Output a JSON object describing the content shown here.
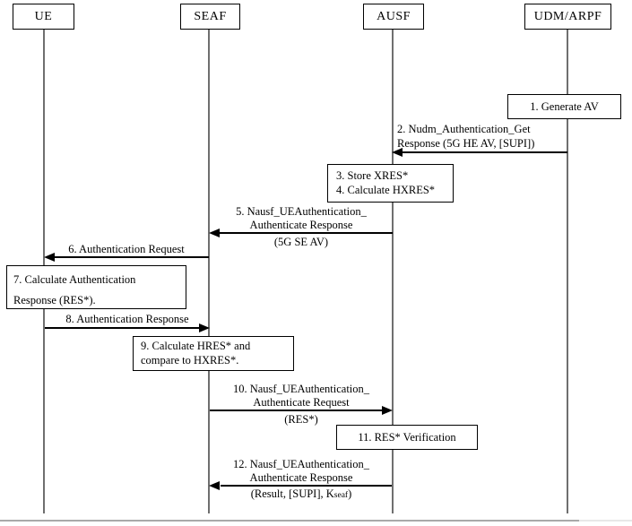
{
  "colors": {
    "line": "#000000",
    "lifeline": "#6f6f6f",
    "background": "#ffffff",
    "text": "#000000",
    "divider-left": "#a9a9a9",
    "divider-right": "#e8e8e8"
  },
  "diagram": {
    "actors": [
      {
        "label": "UE"
      },
      {
        "label": "SEAF"
      },
      {
        "label": "AUSF"
      },
      {
        "label": "UDM/ARPF"
      }
    ],
    "boxes": {
      "b1": {
        "line1": "1. Generate AV"
      },
      "b34": {
        "line1": "3. Store XRES*",
        "line2": "4. Calculate HXRES*"
      },
      "b7": {
        "line1": "7. Calculate Authentication",
        "line2": "Response (RES*)."
      },
      "b9": {
        "line1": "9. Calculate HRES* and",
        "line2": "compare to HXRES*."
      },
      "b11": {
        "line1": "11. RES* Verification"
      }
    },
    "messages": {
      "m2": {
        "line1": "2. Nudm_Authentication_Get",
        "line2": "Response (5G HE AV, [SUPI])",
        "from": "UDM/ARPF",
        "to": "AUSF"
      },
      "m5": {
        "line1": "5. Nausf_UEAuthentication_",
        "line2": "Authenticate Response",
        "below": "(5G SE AV)",
        "from": "AUSF",
        "to": "SEAF"
      },
      "m6": {
        "line1": "6. Authentication Request",
        "from": "SEAF",
        "to": "UE"
      },
      "m8": {
        "line1": "8. Authentication Response",
        "from": "UE",
        "to": "SEAF"
      },
      "m10": {
        "line1": "10. Nausf_UEAuthentication_",
        "line2": "Authenticate Request",
        "below": "(RES*)",
        "from": "SEAF",
        "to": "AUSF"
      },
      "m12": {
        "line1": "12. Nausf_UEAuthentication_",
        "line2": "Authenticate Response",
        "below_pre": "(Result, [SUPI], K",
        "below_sub": "seaf",
        "below_post": ")",
        "from": "AUSF",
        "to": "SEAF"
      }
    }
  }
}
